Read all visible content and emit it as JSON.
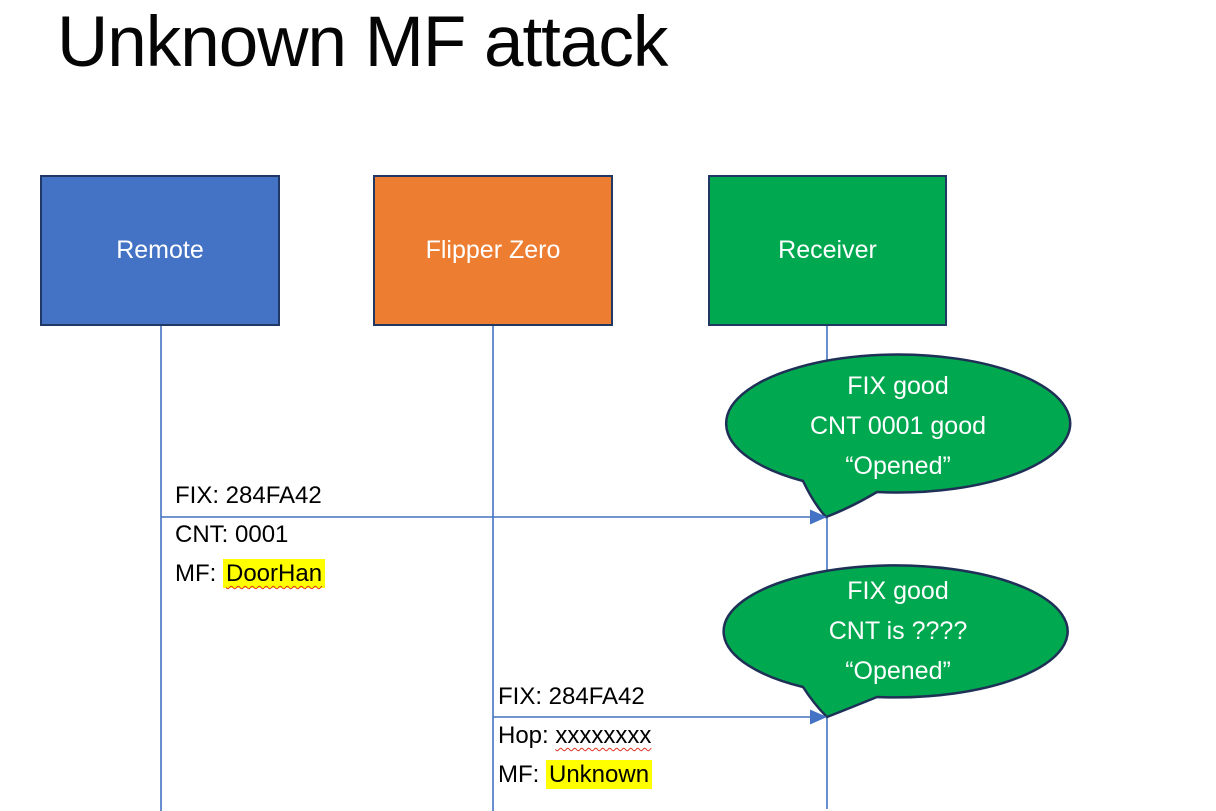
{
  "slide": {
    "title": "Unknown MF attack"
  },
  "actors": [
    {
      "label": "Remote",
      "fill": "#4472C4"
    },
    {
      "label": "Flipper Zero",
      "fill": "#ED7D31"
    },
    {
      "label": "Receiver",
      "fill": "#00A84F"
    }
  ],
  "messages": [
    {
      "from": "Remote",
      "to": "Receiver",
      "line1": "FIX: 284FA42",
      "line2": "CNT: 0001",
      "line3_prefix": "MF: ",
      "line3_value": "DoorHan"
    },
    {
      "from": "Flipper Zero",
      "to": "Receiver",
      "line1": "FIX: 284FA42",
      "line2_prefix": "Hop: ",
      "line2_value": "xxxxxxxx",
      "line3_prefix": "MF: ",
      "line3_value": "Unknown"
    }
  ],
  "callouts": [
    {
      "line1": "FIX good",
      "line2": "CNT 0001 good",
      "line3": "“Opened”"
    },
    {
      "line1": "FIX good",
      "line2": "CNT is ????",
      "line3": "“Opened”"
    }
  ],
  "colors": {
    "actor_remote": "#4472C4",
    "actor_flipper": "#ED7D31",
    "actor_receiver": "#00A84F",
    "shape_outline": "#1F3864",
    "connector": "#4472C4",
    "highlight": "#FFFF00",
    "spellcheck_underline": "#E0301E"
  }
}
